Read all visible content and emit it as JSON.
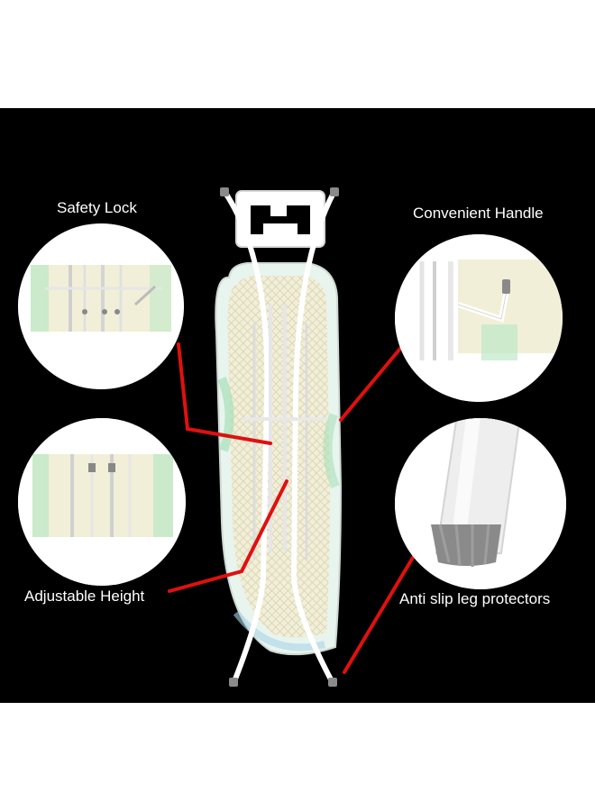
{
  "colors": {
    "background": "#000000",
    "page": "#ffffff",
    "pointer": "#e01010",
    "board_cover": "#f2efd8",
    "board_accent": "#a8e0b8",
    "frame": "#ffffff",
    "leg_cap": "#8a8a8a"
  },
  "features": [
    {
      "key": "safety_lock",
      "label": "Safety Lock"
    },
    {
      "key": "convenient_handle",
      "label": "Convenient Handle"
    },
    {
      "key": "adjustable_height",
      "label": "Adjustable Height"
    },
    {
      "key": "anti_slip",
      "label": "Anti slip leg protectors"
    }
  ],
  "icons": [
    "ironing-board",
    "pointer-line",
    "zoom-circle"
  ]
}
